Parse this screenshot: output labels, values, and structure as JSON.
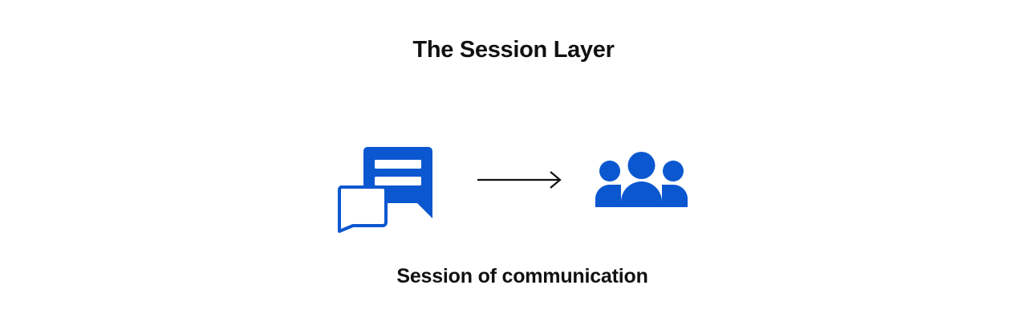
{
  "slide": {
    "title": "The Session Layer",
    "caption": "Session of communication",
    "background_color": "#ffffff",
    "title_color": "#111111",
    "caption_color": "#111111"
  },
  "diagram": {
    "accent_color": "#0b57d0",
    "arrow_color": "#111111",
    "nodes": [
      {
        "id": "chat",
        "icon": "chat-bubbles-icon",
        "label": "",
        "description": "Two overlapping speech bubbles: a solid filled bubble with two message lines and an outlined bubble"
      },
      {
        "id": "people",
        "icon": "people-group-icon",
        "label": "",
        "description": "Group of three people representing participants of a session"
      }
    ],
    "connector": {
      "id": "chat-to-people",
      "icon": "arrow-right-icon",
      "direction": "right",
      "label": ""
    }
  }
}
